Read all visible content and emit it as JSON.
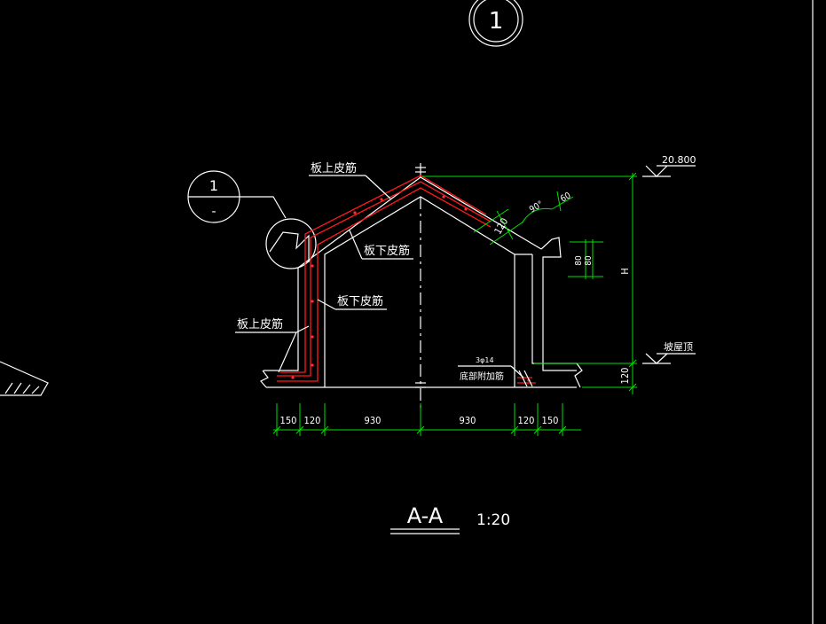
{
  "detail_top": "1",
  "detail_callout": {
    "number": "1",
    "sheet": "-"
  },
  "labels": {
    "top_rebar_upper": "板上皮筋",
    "bottom_rebar_upper": "板下皮筋",
    "bottom_rebar_lower": "板下皮筋",
    "top_rebar_lower": "板上皮筋",
    "reinforcement_count": "3φ14",
    "bottom_additional_rebar": "底部附加筋"
  },
  "elevations": {
    "top": "20.800",
    "roof": "坡屋顶"
  },
  "dims": {
    "horizontal": [
      "150",
      "120",
      "930",
      "930",
      "120",
      "150"
    ],
    "slab": "120",
    "base": "120",
    "height": "H",
    "angle": "90°",
    "edge": "60",
    "eave": [
      "80",
      "80"
    ]
  },
  "title": {
    "name": "A-A",
    "scale": "1:20"
  }
}
